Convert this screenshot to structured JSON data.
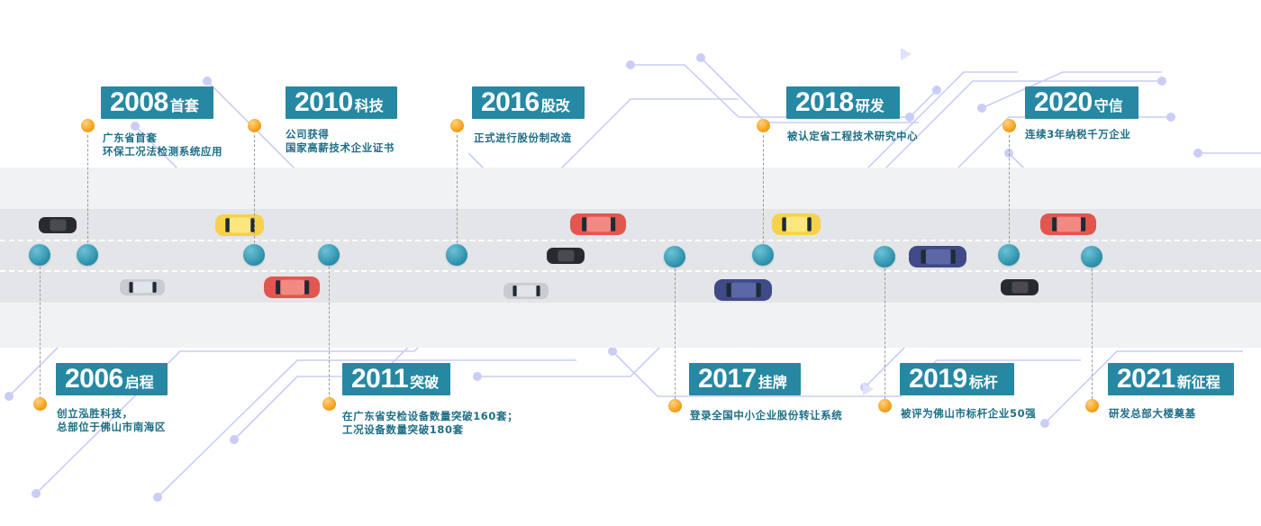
{
  "milestones": [
    {
      "year": "2006",
      "title": "启程",
      "lines": [
        "创立泓胜科技，",
        "总部位于佛山市南海区"
      ]
    },
    {
      "year": "2008",
      "title": "首套",
      "lines": [
        "广东省首套",
        "环保工况法检测系统应用"
      ]
    },
    {
      "year": "2010",
      "title": "科技",
      "lines": [
        "公司获得",
        "国家高薪技术企业证书"
      ]
    },
    {
      "year": "2011",
      "title": "突破",
      "lines": [
        "在广东省安检设备数量突破160套；",
        "工况设备数量突破180套"
      ]
    },
    {
      "year": "2016",
      "title": "股改",
      "lines": [
        "正式进行股份制改造"
      ]
    },
    {
      "year": "2017",
      "title": "挂牌",
      "lines": [
        "登录全国中小企业股份转让系统"
      ]
    },
    {
      "year": "2018",
      "title": "研发",
      "lines": [
        "被认定省工程技术研究中心"
      ]
    },
    {
      "year": "2019",
      "title": "标杆",
      "lines": [
        "被评为佛山市标杆企业50强"
      ]
    },
    {
      "year": "2020",
      "title": "守信",
      "lines": [
        "连续3年纳税千万企业"
      ]
    },
    {
      "year": "2021",
      "title": "新征程",
      "lines": [
        "研发总部大楼奠基"
      ]
    }
  ],
  "colors": {
    "badge": "#2688a2",
    "text": "#1d6e86",
    "node": "#2a8ea8",
    "dot": "#f29a12",
    "circuit": "#c9cdf7",
    "road": "#e4e5e8"
  },
  "cars": [
    {
      "color": "black"
    },
    {
      "color": "yellow"
    },
    {
      "color": "red"
    },
    {
      "color": "yellow"
    },
    {
      "color": "red"
    },
    {
      "color": "black"
    },
    {
      "color": "navy"
    },
    {
      "color": "navy"
    },
    {
      "color": "silver"
    },
    {
      "color": "red"
    },
    {
      "color": "silver"
    },
    {
      "color": "black"
    }
  ]
}
